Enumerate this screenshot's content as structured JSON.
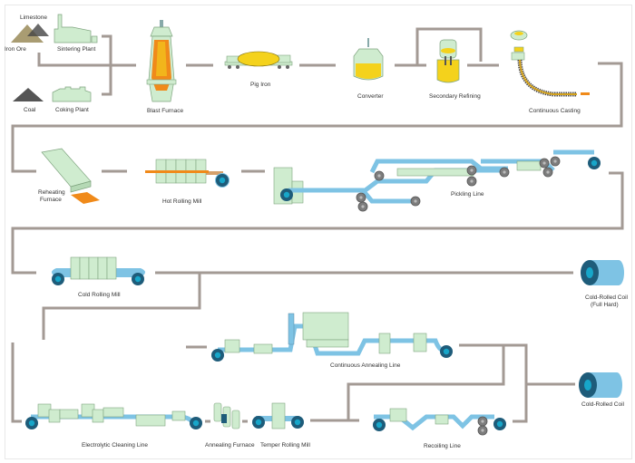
{
  "title": "Steel Manufacturing Process Flow",
  "colors": {
    "connector": "#a39a94",
    "machine_green": "#cfeccf",
    "machine_outline": "#7fa47f",
    "strip_blue": "#7ec3e4",
    "coil_dark": "#1e5c7a",
    "coil_core": "#17a6c9",
    "molten_yellow": "#f4d21c",
    "molten_orange": "#f08a1a",
    "slab_orange": "#f0923a",
    "roller_gray": "#7d7d7d"
  },
  "raw_materials": {
    "limestone": "Limestone",
    "iron_ore": "Iron Ore",
    "coal": "Coal"
  },
  "stages": {
    "sintering_plant": "Sintering Plant",
    "coking_plant": "Coking Plant",
    "blast_furnace": "Blast Furnace",
    "pig_iron": "Pig Iron",
    "converter": "Converter",
    "secondary_refining": "Secondary Refining",
    "continuous_casting": "Continuous Casting",
    "reheating_furnace_line1": "Reheating",
    "reheating_furnace_line2": "Furnace",
    "hot_rolling_mill": "Hot Rolling Mill",
    "pickling_line": "Pickling Line",
    "cold_rolling_mill": "Cold Rolling Mill",
    "cold_rolled_coil_full_hard_line1": "Cold-Rolled Coil",
    "cold_rolled_coil_full_hard_line2": "(Full Hard)",
    "continuous_annealing_line": "Continuous Annealing Line",
    "cold_rolled_coil": "Cold-Rolled Coil",
    "electrolytic_cleaning_line": "Electrolytic Cleaning Line",
    "annealing_furnace": "Annealing Furnace",
    "temper_rolling_mill": "Temper Rolling Mill",
    "recoiling_line": "Recoiling Line"
  }
}
